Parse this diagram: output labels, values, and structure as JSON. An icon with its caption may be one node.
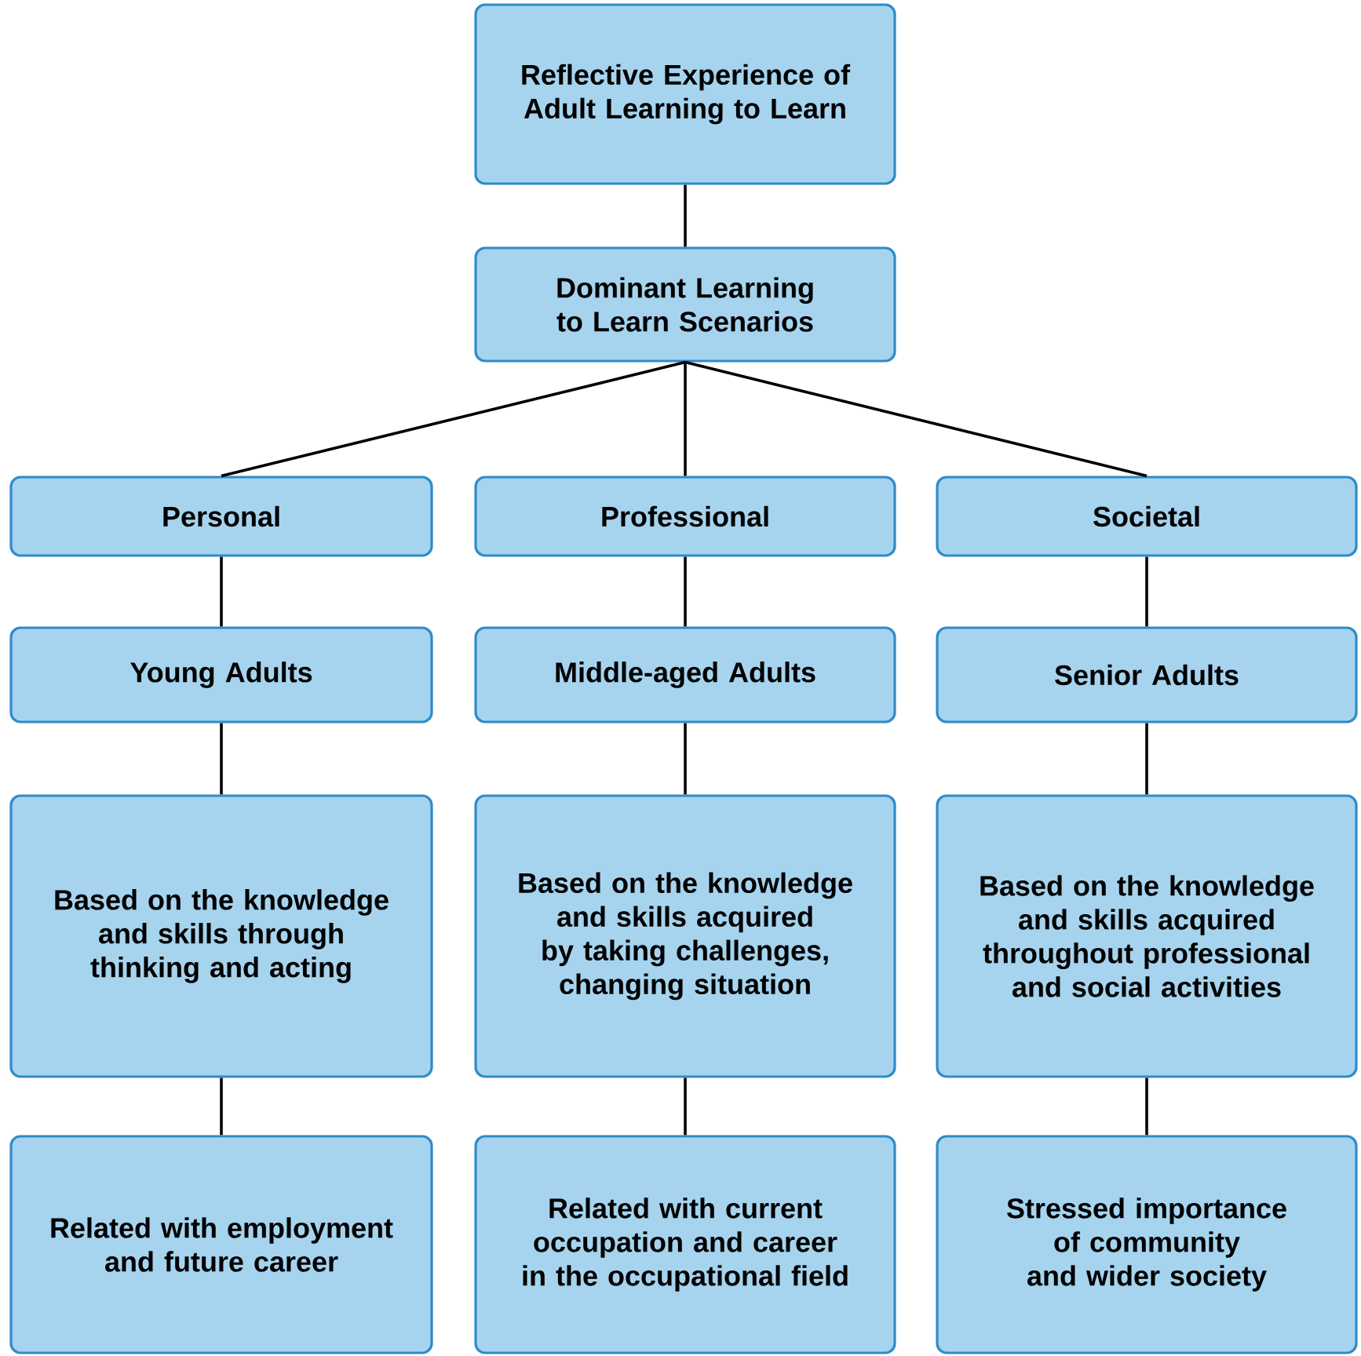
{
  "diagram": {
    "nodes": [
      {
        "text": [
          "Reflective Experience of Adult Learning to Learn"
        ]
      },
      {
        "text": [
          "Dominant Learning to Learn Scenarios"
        ]
      },
      {
        "text": [
          "Personal"
        ]
      },
      {
        "text": [
          "Professional"
        ]
      },
      {
        "text": [
          "Societal"
        ]
      },
      {
        "text": [
          "Young Adults"
        ]
      },
      {
        "text": [
          "Middle-aged Adults"
        ]
      },
      {
        "text": [
          "Senior Adults"
        ]
      },
      {
        "text": [
          "Based on the knowledge and skills through thinking and acting"
        ]
      },
      {
        "text": [
          "Based on the knowledge and skills acquired by taking challenges, changing situation"
        ]
      },
      {
        "text": [
          "Based on the knowledge and skills acquired throughout professional and social activities"
        ]
      },
      {
        "text": [
          "Related with employment and future career"
        ]
      },
      {
        "text": [
          "Related with current occupation and career in the occupational field"
        ]
      },
      {
        "text": [
          "Stressed importance of community and wider society"
        ]
      }
    ],
    "edges": [
      {
        "from": 0,
        "to": 1,
        "arrow": "none"
      },
      {
        "from": 1,
        "to": 2,
        "arrow": "none"
      },
      {
        "from": 1,
        "to": 3,
        "arrow": "none"
      },
      {
        "from": 1,
        "to": 4,
        "arrow": "none"
      },
      {
        "from": 2,
        "to": 5,
        "arrow": "none"
      },
      {
        "from": 3,
        "to": 6,
        "arrow": "none"
      },
      {
        "from": 4,
        "to": 7,
        "arrow": "none"
      },
      {
        "from": 5,
        "to": 8,
        "arrow": "none"
      },
      {
        "from": 6,
        "to": 9,
        "arrow": "none"
      },
      {
        "from": 7,
        "to": 10,
        "arrow": "none"
      },
      {
        "from": 8,
        "to": 11,
        "arrow": "none"
      },
      {
        "from": 9,
        "to": 12,
        "arrow": "none"
      },
      {
        "from": 10,
        "to": 13,
        "arrow": "none"
      }
    ]
  }
}
